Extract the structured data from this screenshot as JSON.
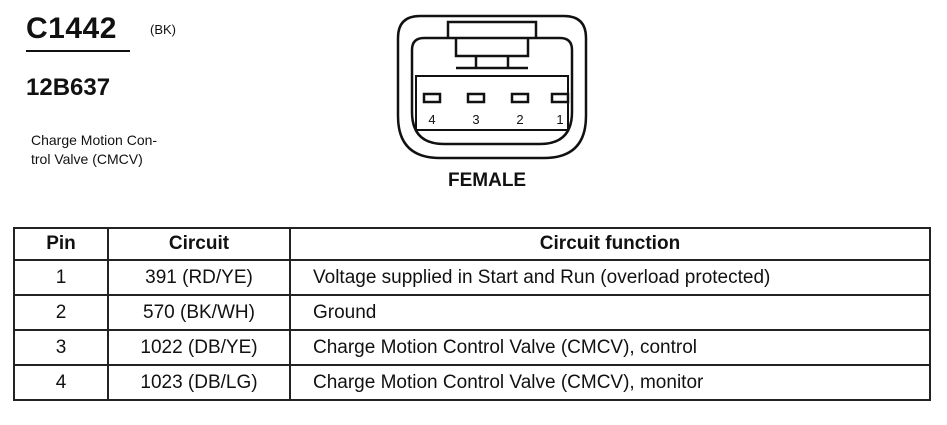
{
  "connector": {
    "id": "C1442",
    "color_code": "(BK)",
    "part_number": "12B637",
    "description_lines": [
      "Charge Motion Con-",
      "trol Valve (CMCV)"
    ],
    "gender": "FEMALE",
    "pin_labels": [
      "4",
      "3",
      "2",
      "1"
    ]
  },
  "table": {
    "headers": [
      "Pin",
      "Circuit",
      "Circuit function"
    ],
    "rows": [
      {
        "pin": "1",
        "circuit": "391 (RD/YE)",
        "function": "Voltage supplied in Start and Run (overload protected)"
      },
      {
        "pin": "2",
        "circuit": "570 (BK/WH)",
        "function": "Ground"
      },
      {
        "pin": "3",
        "circuit": "1022 (DB/YE)",
        "function": "Charge Motion Control Valve (CMCV), control"
      },
      {
        "pin": "4",
        "circuit": "1023 (DB/LG)",
        "function": "Charge Motion Control Valve (CMCV), monitor"
      }
    ]
  }
}
